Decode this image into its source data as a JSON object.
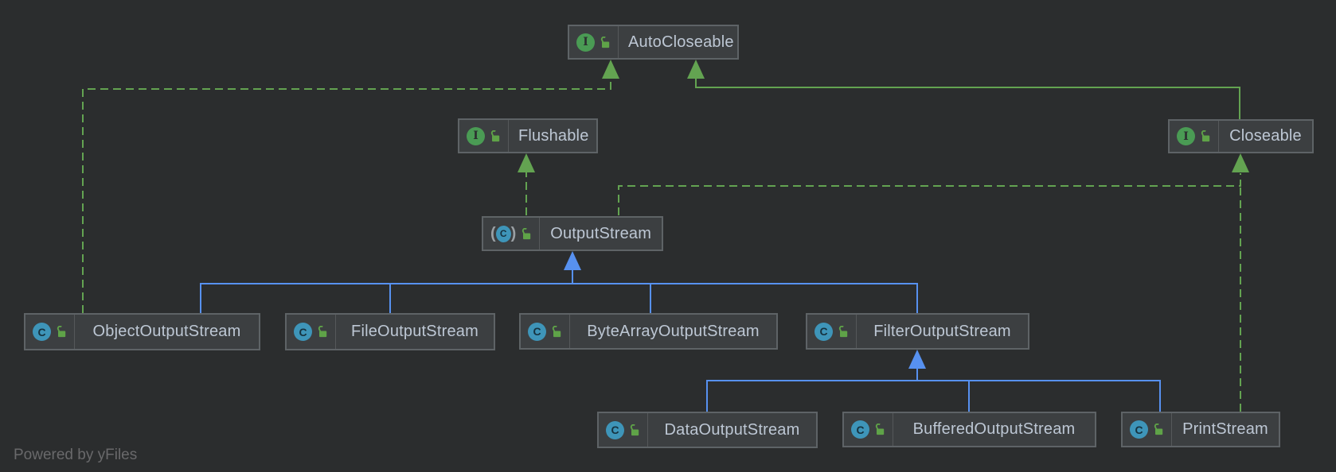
{
  "diagram": {
    "nodes": [
      {
        "label": "AutoCloseable",
        "kind": "interface",
        "visibility": "public"
      },
      {
        "label": "Flushable",
        "kind": "interface",
        "visibility": "public"
      },
      {
        "label": "Closeable",
        "kind": "interface",
        "visibility": "public"
      },
      {
        "label": "OutputStream",
        "kind": "abstract class",
        "visibility": "public"
      },
      {
        "label": "ObjectOutputStream",
        "kind": "class",
        "visibility": "public"
      },
      {
        "label": "FileOutputStream",
        "kind": "class",
        "visibility": "public"
      },
      {
        "label": "ByteArrayOutputStream",
        "kind": "class",
        "visibility": "public"
      },
      {
        "label": "FilterOutputStream",
        "kind": "class",
        "visibility": "public"
      },
      {
        "label": "DataOutputStream",
        "kind": "class",
        "visibility": "public"
      },
      {
        "label": "BufferedOutputStream",
        "kind": "class",
        "visibility": "public"
      },
      {
        "label": "PrintStream",
        "kind": "class",
        "visibility": "public"
      }
    ],
    "edges": [
      {
        "from": "Closeable",
        "to": "AutoCloseable",
        "relation": "extends",
        "style": "solid-green"
      },
      {
        "from": "ObjectOutputStream",
        "to": "AutoCloseable",
        "relation": "implements",
        "style": "dashed-green"
      },
      {
        "from": "OutputStream",
        "to": "Flushable",
        "relation": "implements",
        "style": "dashed-green"
      },
      {
        "from": "OutputStream",
        "to": "Closeable",
        "relation": "implements",
        "style": "dashed-green"
      },
      {
        "from": "PrintStream",
        "to": "Closeable",
        "relation": "implements",
        "style": "dashed-green"
      },
      {
        "from": "ObjectOutputStream",
        "to": "OutputStream",
        "relation": "extends",
        "style": "solid-blue"
      },
      {
        "from": "FileOutputStream",
        "to": "OutputStream",
        "relation": "extends",
        "style": "solid-blue"
      },
      {
        "from": "ByteArrayOutputStream",
        "to": "OutputStream",
        "relation": "extends",
        "style": "solid-blue"
      },
      {
        "from": "FilterOutputStream",
        "to": "OutputStream",
        "relation": "extends",
        "style": "solid-blue"
      },
      {
        "from": "DataOutputStream",
        "to": "FilterOutputStream",
        "relation": "extends",
        "style": "solid-blue"
      },
      {
        "from": "BufferedOutputStream",
        "to": "FilterOutputStream",
        "relation": "extends",
        "style": "solid-blue"
      },
      {
        "from": "PrintStream",
        "to": "FilterOutputStream",
        "relation": "extends",
        "style": "solid-blue"
      }
    ],
    "icon_glyphs": {
      "interface_letter": "I",
      "class_letter": "C",
      "paren_open": "(",
      "paren_close": ")"
    },
    "colors": {
      "background": "#2b2d2e",
      "node_fill": "#3c3f41",
      "node_border": "#5e6366",
      "node_text": "#bdc7d4",
      "extends_edge_blue": "#5791f0",
      "interface_edge_green": "#63a351",
      "interface_icon_green": "#4a9b54",
      "class_icon_teal": "#3e95b9",
      "lock_icon_green": "#5fa348"
    }
  },
  "footer": {
    "watermark": "Powered by yFiles"
  }
}
